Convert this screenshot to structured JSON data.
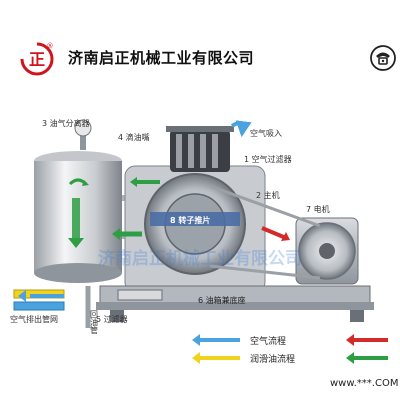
{
  "header": {
    "company_name": "济南启正机械工业有限公司",
    "logo_text": "正",
    "logo_mark": "®",
    "phone_icon": "phone-icon"
  },
  "diagram": {
    "labels": {
      "oil_separator": "3 油气分离器",
      "oil_drip": "4 滴油嘴",
      "air_intake": "空气吸入",
      "air_filter_1": "1 空气过滤器",
      "main_unit": "2 主机",
      "motor": "7 电机",
      "rotor": "8 转子推片",
      "oil_tank_base": "6 油箱兼底座",
      "return_pipe": "回油管",
      "air_filter_5": "5 过滤器",
      "exhaust_pipe": "空气排出管网"
    },
    "legend": {
      "air_flow": "空气流程",
      "lube_flow": "润滑油流程"
    },
    "watermark": "济南启正机械工业有限公司",
    "footer_url": "www.***.COM"
  },
  "colors": {
    "brand_red": "#d0141b",
    "air_blue": "#4aa3df",
    "oil_green": "#2e9e44",
    "arrow_red": "#d42a2a",
    "yellow": "#f2d21f"
  }
}
